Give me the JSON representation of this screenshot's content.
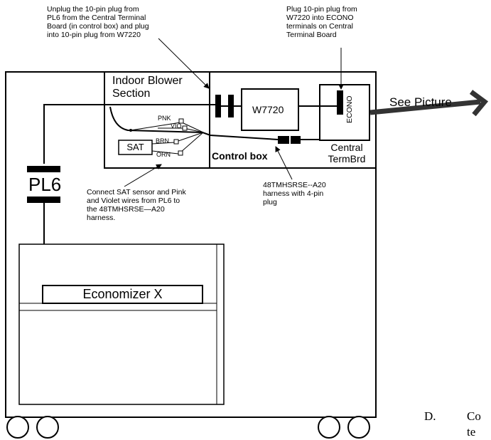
{
  "annotations": {
    "unplug_note": [
      "Unplug the 10-pin plug from",
      "PL6 from the Central Terminal",
      "Board (in control box) and plug",
      "into 10-pin plug from W7220"
    ],
    "plug_note": [
      "Plug 10-pin plug from",
      "W7220 into ECONO",
      "terminals on Central",
      "Terminal Board"
    ],
    "sat_note": [
      "Connect SAT sensor and Pink",
      "and Violet wires from PL6 to",
      "the 48TMHSRSE—A20",
      "harness."
    ],
    "harness_note": [
      "48TMHSRSE--A20",
      "harness with 4-pin",
      "plug"
    ]
  },
  "labels": {
    "indoor_blower_line1": "Indoor Blower",
    "indoor_blower_line2": "Section",
    "w7720": "W7720",
    "econo": "ECONO",
    "central_line1": "Central",
    "central_line2": "TermBrd",
    "control_box": "Control box",
    "see_picture": "See Picture",
    "pl6": "PL6",
    "sat": "SAT",
    "economizer": "Economizer X",
    "wire_pnk": "PNK",
    "wire_vio": "VIO",
    "wire_brn": "BRN",
    "wire_orn": "ORN",
    "page_letter": "D.",
    "page_text_1": "Co",
    "page_text_2": "te"
  }
}
